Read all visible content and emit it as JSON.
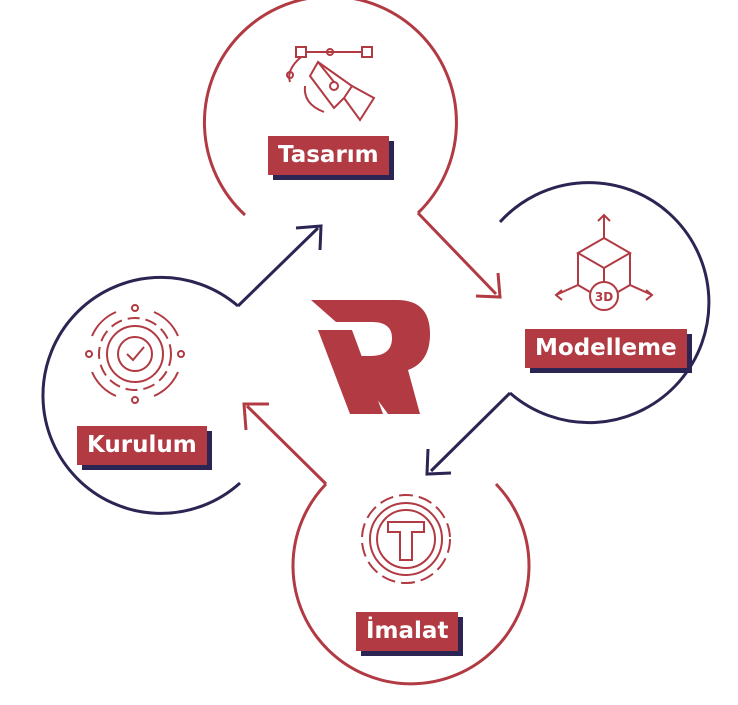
{
  "steps": [
    {
      "id": "tasarim",
      "label": "Tasarım",
      "icon": "pen-tool-icon"
    },
    {
      "id": "modelleme",
      "label": "Modelleme",
      "icon": "cube-3d-icon",
      "icon_text": "3D"
    },
    {
      "id": "imalat",
      "label": "İmalat",
      "icon": "hammer-gear-icon"
    },
    {
      "id": "kurulum",
      "label": "Kurulum",
      "icon": "gear-check-icon"
    }
  ],
  "center_logo": "r-logo",
  "colors": {
    "red": "#b13a43",
    "navy": "#2a2553",
    "background": "#ffffff"
  }
}
